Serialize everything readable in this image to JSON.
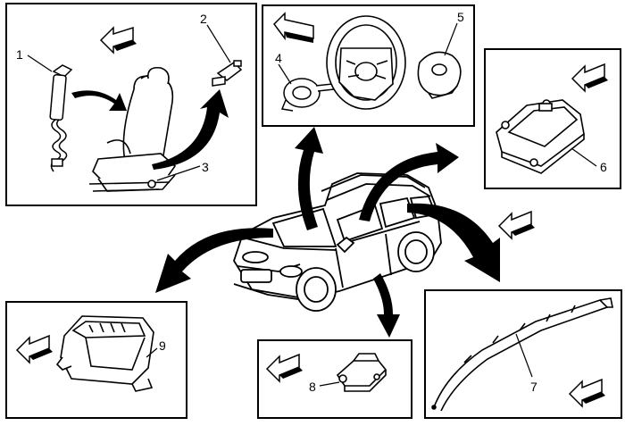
{
  "callouts": [
    {
      "number": "1",
      "part": "seat-tensioner"
    },
    {
      "number": "2",
      "part": "seat-connector"
    },
    {
      "number": "3",
      "part": "seat-frame"
    },
    {
      "number": "4",
      "part": "clockspring-coil"
    },
    {
      "number": "5",
      "part": "steering-wheel-airbag-module"
    },
    {
      "number": "6",
      "part": "control-module"
    },
    {
      "number": "7",
      "part": "roof-rail-airbag"
    },
    {
      "number": "8",
      "part": "impact-sensor"
    },
    {
      "number": "9",
      "part": "instrument-panel-airbag-module"
    }
  ],
  "colors": {
    "line": "#000000",
    "fill": "#ffffff",
    "shade": "#555555"
  }
}
